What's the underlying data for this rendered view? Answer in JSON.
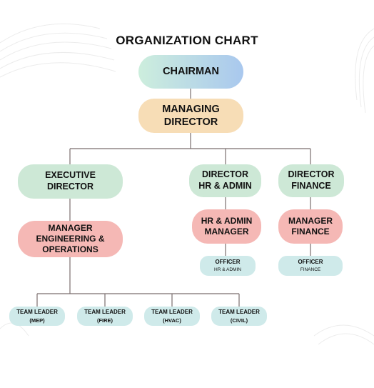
{
  "title": "ORGANIZATION CHART",
  "nodes": {
    "chairman": "CHAIRMAN",
    "managing_director": {
      "line1": "MANAGING",
      "line2": "DIRECTOR"
    },
    "executive_director": {
      "line1": "EXECUTIVE",
      "line2": "DIRECTOR"
    },
    "director_hr_admin": {
      "line1": "DIRECTOR",
      "line2": "HR & ADMIN"
    },
    "director_finance": {
      "line1": "DIRECTOR",
      "line2": "FINANCE"
    },
    "manager_engineering": {
      "line1": "MANAGER",
      "line2": "ENGINEERING &",
      "line3": "OPERATIONS"
    },
    "hr_admin_manager": {
      "line1": "HR & ADMIN",
      "line2": "MANAGER"
    },
    "manager_finance": {
      "line1": "MANAGER",
      "line2": "FINANCE"
    },
    "officer_hr": {
      "title": "OFFICER",
      "sub": "HR & ADMIN"
    },
    "officer_finance": {
      "title": "OFFICER",
      "sub": "FINANCE"
    },
    "team_leaders": [
      {
        "title": "TEAM LEADER",
        "sub": "(MEP)"
      },
      {
        "title": "TEAM LEADER",
        "sub": "(FIRE)"
      },
      {
        "title": "TEAM LEADER",
        "sub": "(HVAC)"
      },
      {
        "title": "TEAM LEADER",
        "sub": "(CIVIL)"
      }
    ]
  },
  "colors": {
    "chairman_gradient": [
      "#cdeedd",
      "#a9c8ee"
    ],
    "managing_director": "#f7ddb6",
    "director": "#cde8d6",
    "manager": "#f5b8b5",
    "officer_team_leader": "#cfeaea",
    "connector": "#7a6e6e"
  }
}
